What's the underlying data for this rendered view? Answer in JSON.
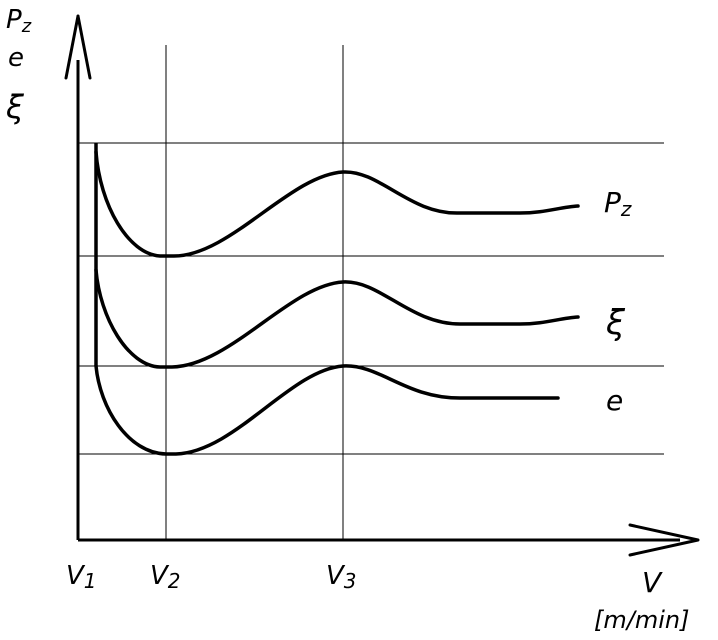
{
  "y_axis_labels": [
    "P",
    "z",
    "e",
    "ξ"
  ],
  "x_axis_label": "V",
  "x_unit": "[m/min]",
  "ticks": [
    {
      "main": "V",
      "sub": "1"
    },
    {
      "main": "V",
      "sub": "2"
    },
    {
      "main": "V",
      "sub": "3"
    }
  ],
  "curves": [
    {
      "main": "P",
      "sub": "z"
    },
    {
      "main": "ξ",
      "sub": ""
    },
    {
      "main": "e",
      "sub": ""
    }
  ]
}
